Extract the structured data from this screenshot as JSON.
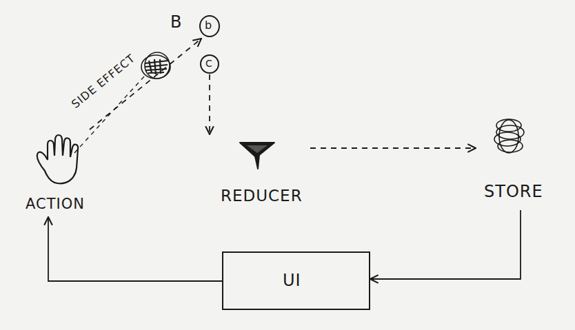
{
  "diagram": {
    "nodes": [
      {
        "text": [
          "ACTION"
        ]
      },
      {
        "text": [
          "B",
          "b"
        ]
      },
      {
        "text": [
          "C"
        ]
      },
      {
        "text": [
          "REDUCER"
        ]
      },
      {
        "text": [
          "STORE"
        ]
      },
      {
        "text": [
          "UI"
        ]
      }
    ],
    "edges": [
      {
        "from": 0,
        "to": 1,
        "arrow": "to",
        "label": "SIDE EFFECT"
      },
      {
        "from": 2,
        "to": 3,
        "arrow": "to"
      },
      {
        "from": 3,
        "to": 4,
        "arrow": "to"
      },
      {
        "from": 4,
        "to": 5,
        "arrow": "to"
      },
      {
        "from": 5,
        "to": 0,
        "arrow": "to"
      }
    ]
  }
}
